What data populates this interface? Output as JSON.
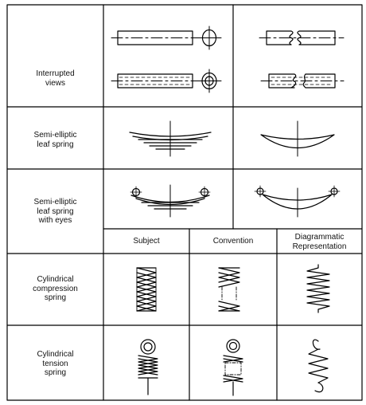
{
  "rows": [
    {
      "label_lines": [
        "Interrupted",
        "views"
      ]
    },
    {
      "label_lines": [
        "Semi-elliptic",
        "leaf spring"
      ]
    },
    {
      "label_lines": [
        "Semi-elliptic",
        "leaf spring",
        "with eyes"
      ]
    },
    {
      "label_lines": [
        "Cylindrical",
        "compression",
        "spring"
      ]
    },
    {
      "label_lines": [
        "Cylindrical",
        "tension",
        "spring"
      ]
    }
  ],
  "column_headers": {
    "subject": "Subject",
    "convention": "Convention",
    "diagrammatic": [
      "Diagrammatic",
      "Representation"
    ]
  }
}
